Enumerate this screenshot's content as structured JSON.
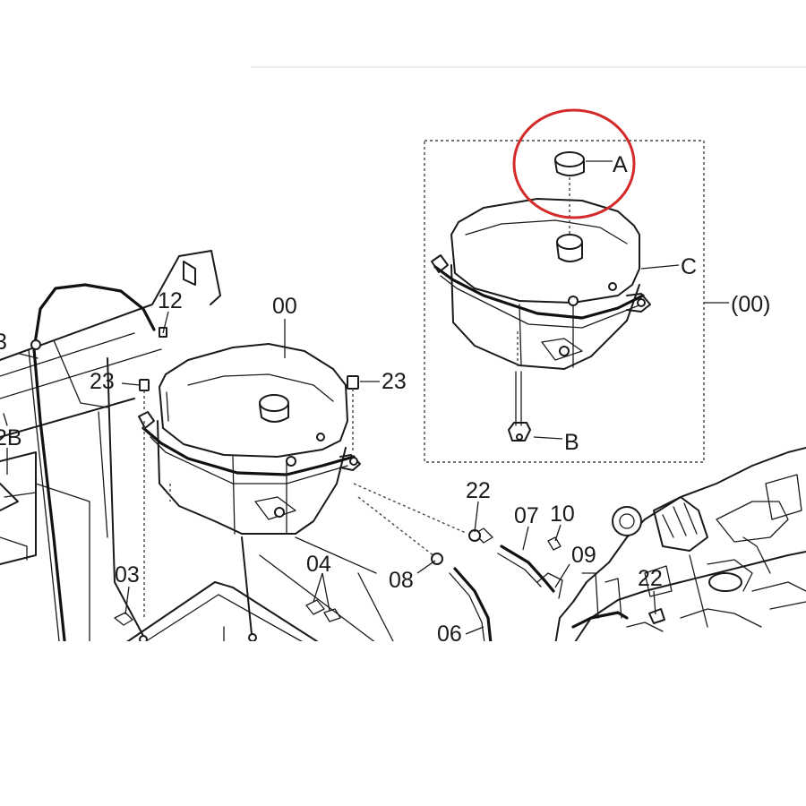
{
  "callouts": {
    "c12": "12",
    "c00": "00",
    "c23a": "23",
    "c23b": "23",
    "c2B": "2B",
    "c3": "3",
    "c22a": "22",
    "c07": "07",
    "c10": "10",
    "c09": "09",
    "c08": "08",
    "c06": "06",
    "c03": "03",
    "c04": "04",
    "c22b": "22"
  },
  "detail": {
    "label_A": "A",
    "label_B": "B",
    "label_C": "C",
    "assembly_label": "(00)"
  },
  "colors": {
    "line": "#1a1a1a",
    "highlight_circle": "#d42a2a",
    "background": "#ffffff"
  }
}
